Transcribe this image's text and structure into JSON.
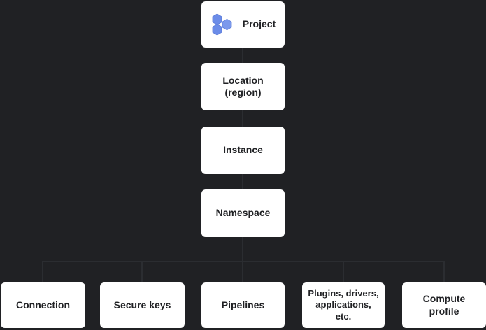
{
  "diagram": {
    "background_color": "#202124",
    "node_fill": "#ffffff",
    "node_text_color": "#202124",
    "connector_color": "#2b2d31",
    "accent_color": "#6b8ce8",
    "hierarchy": {
      "root": {
        "id": "project",
        "label": "Project",
        "icon": "hexagon-cluster-icon"
      },
      "chain": [
        {
          "id": "location",
          "label": "Location\n(region)"
        },
        {
          "id": "instance",
          "label": "Instance"
        },
        {
          "id": "namespace",
          "label": "Namespace"
        }
      ],
      "children": [
        {
          "id": "connection",
          "label": "Connection"
        },
        {
          "id": "secure-keys",
          "label": "Secure keys"
        },
        {
          "id": "pipelines",
          "label": "Pipelines"
        },
        {
          "id": "plugins",
          "label": "Plugins, drivers,\napplications, etc."
        },
        {
          "id": "compute-profile",
          "label": "Compute profile"
        }
      ]
    }
  }
}
